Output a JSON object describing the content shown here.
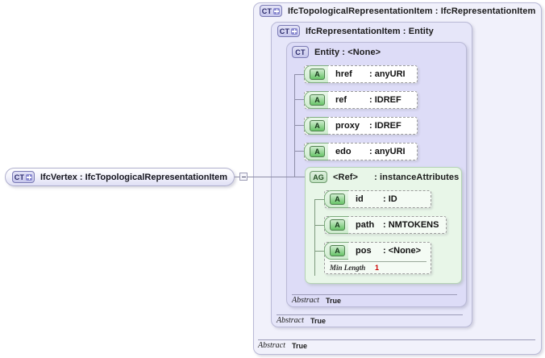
{
  "diagram": {
    "type": "xsd-schema-diagram",
    "root_node": {
      "label": "IfcVertex : IfcTopologicalRepresentationItem",
      "icon": "complextype-expand-icon",
      "badge": "CT"
    },
    "containers": [
      {
        "level": 0,
        "badge": "CT",
        "has_plus": true,
        "label": "IfcTopologicalRepresentationItem : IfcRepresentationItem",
        "footer": {
          "label": "Abstract",
          "value": "True"
        }
      },
      {
        "level": 1,
        "badge": "CT",
        "has_plus": true,
        "label": "IfcRepresentationItem : Entity",
        "footer": {
          "label": "Abstract",
          "value": "True"
        }
      },
      {
        "level": 2,
        "badge": "CT",
        "has_plus": false,
        "label": "Entity    : <None>",
        "footer": {
          "label": "Abstract",
          "value": "True"
        }
      }
    ],
    "entity_attributes": [
      {
        "badge": "A",
        "name": "href",
        "type": ": anyURI"
      },
      {
        "badge": "A",
        "name": "ref",
        "type": ": IDREF"
      },
      {
        "badge": "A",
        "name": "proxy",
        "type": ": IDREF"
      },
      {
        "badge": "A",
        "name": "edo",
        "type": ": anyURI"
      }
    ],
    "attribute_group": {
      "badge": "AG",
      "name": "<Ref>",
      "type": ": instanceAttributes",
      "attributes": [
        {
          "badge": "A",
          "name": "id",
          "type": ": ID",
          "facet": null
        },
        {
          "badge": "A",
          "name": "path",
          "type": ": NMTOKENS",
          "facet": null
        },
        {
          "badge": "A",
          "name": "pos",
          "type": ": <None>",
          "facet": {
            "label": "Min Length",
            "value": "1"
          }
        }
      ]
    },
    "colors": {
      "outer_fill": "#f1f1fb",
      "mid_fill": "#e6e6f9",
      "inner_fill": "#dddcf7",
      "group_fill": "#e8f6e8",
      "attr_icon": "#68c468",
      "facet_value": "#cc0000",
      "border": "#b9b9d6"
    }
  }
}
